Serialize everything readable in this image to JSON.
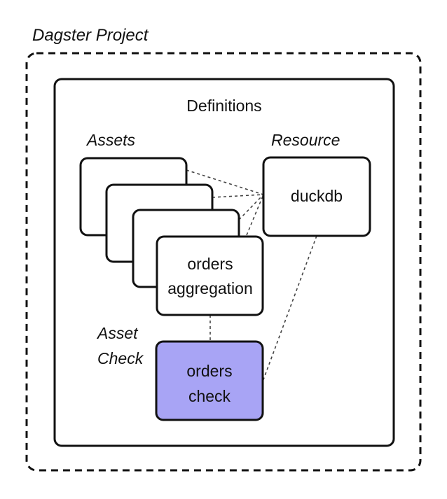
{
  "project": {
    "label": "Dagster Project"
  },
  "definitions": {
    "title": "Definitions"
  },
  "assets": {
    "section_label": "Assets",
    "main_asset": {
      "line1": "orders",
      "line2": "aggregation"
    }
  },
  "resource": {
    "section_label": "Resource",
    "name": "duckdb"
  },
  "asset_check": {
    "section_label_line1": "Asset",
    "section_label_line2": "Check",
    "line1": "orders",
    "line2": "check"
  },
  "colors": {
    "stroke": "#111111",
    "background": "#ffffff",
    "check_fill": "#a8a4f5",
    "dash": "#444444"
  }
}
